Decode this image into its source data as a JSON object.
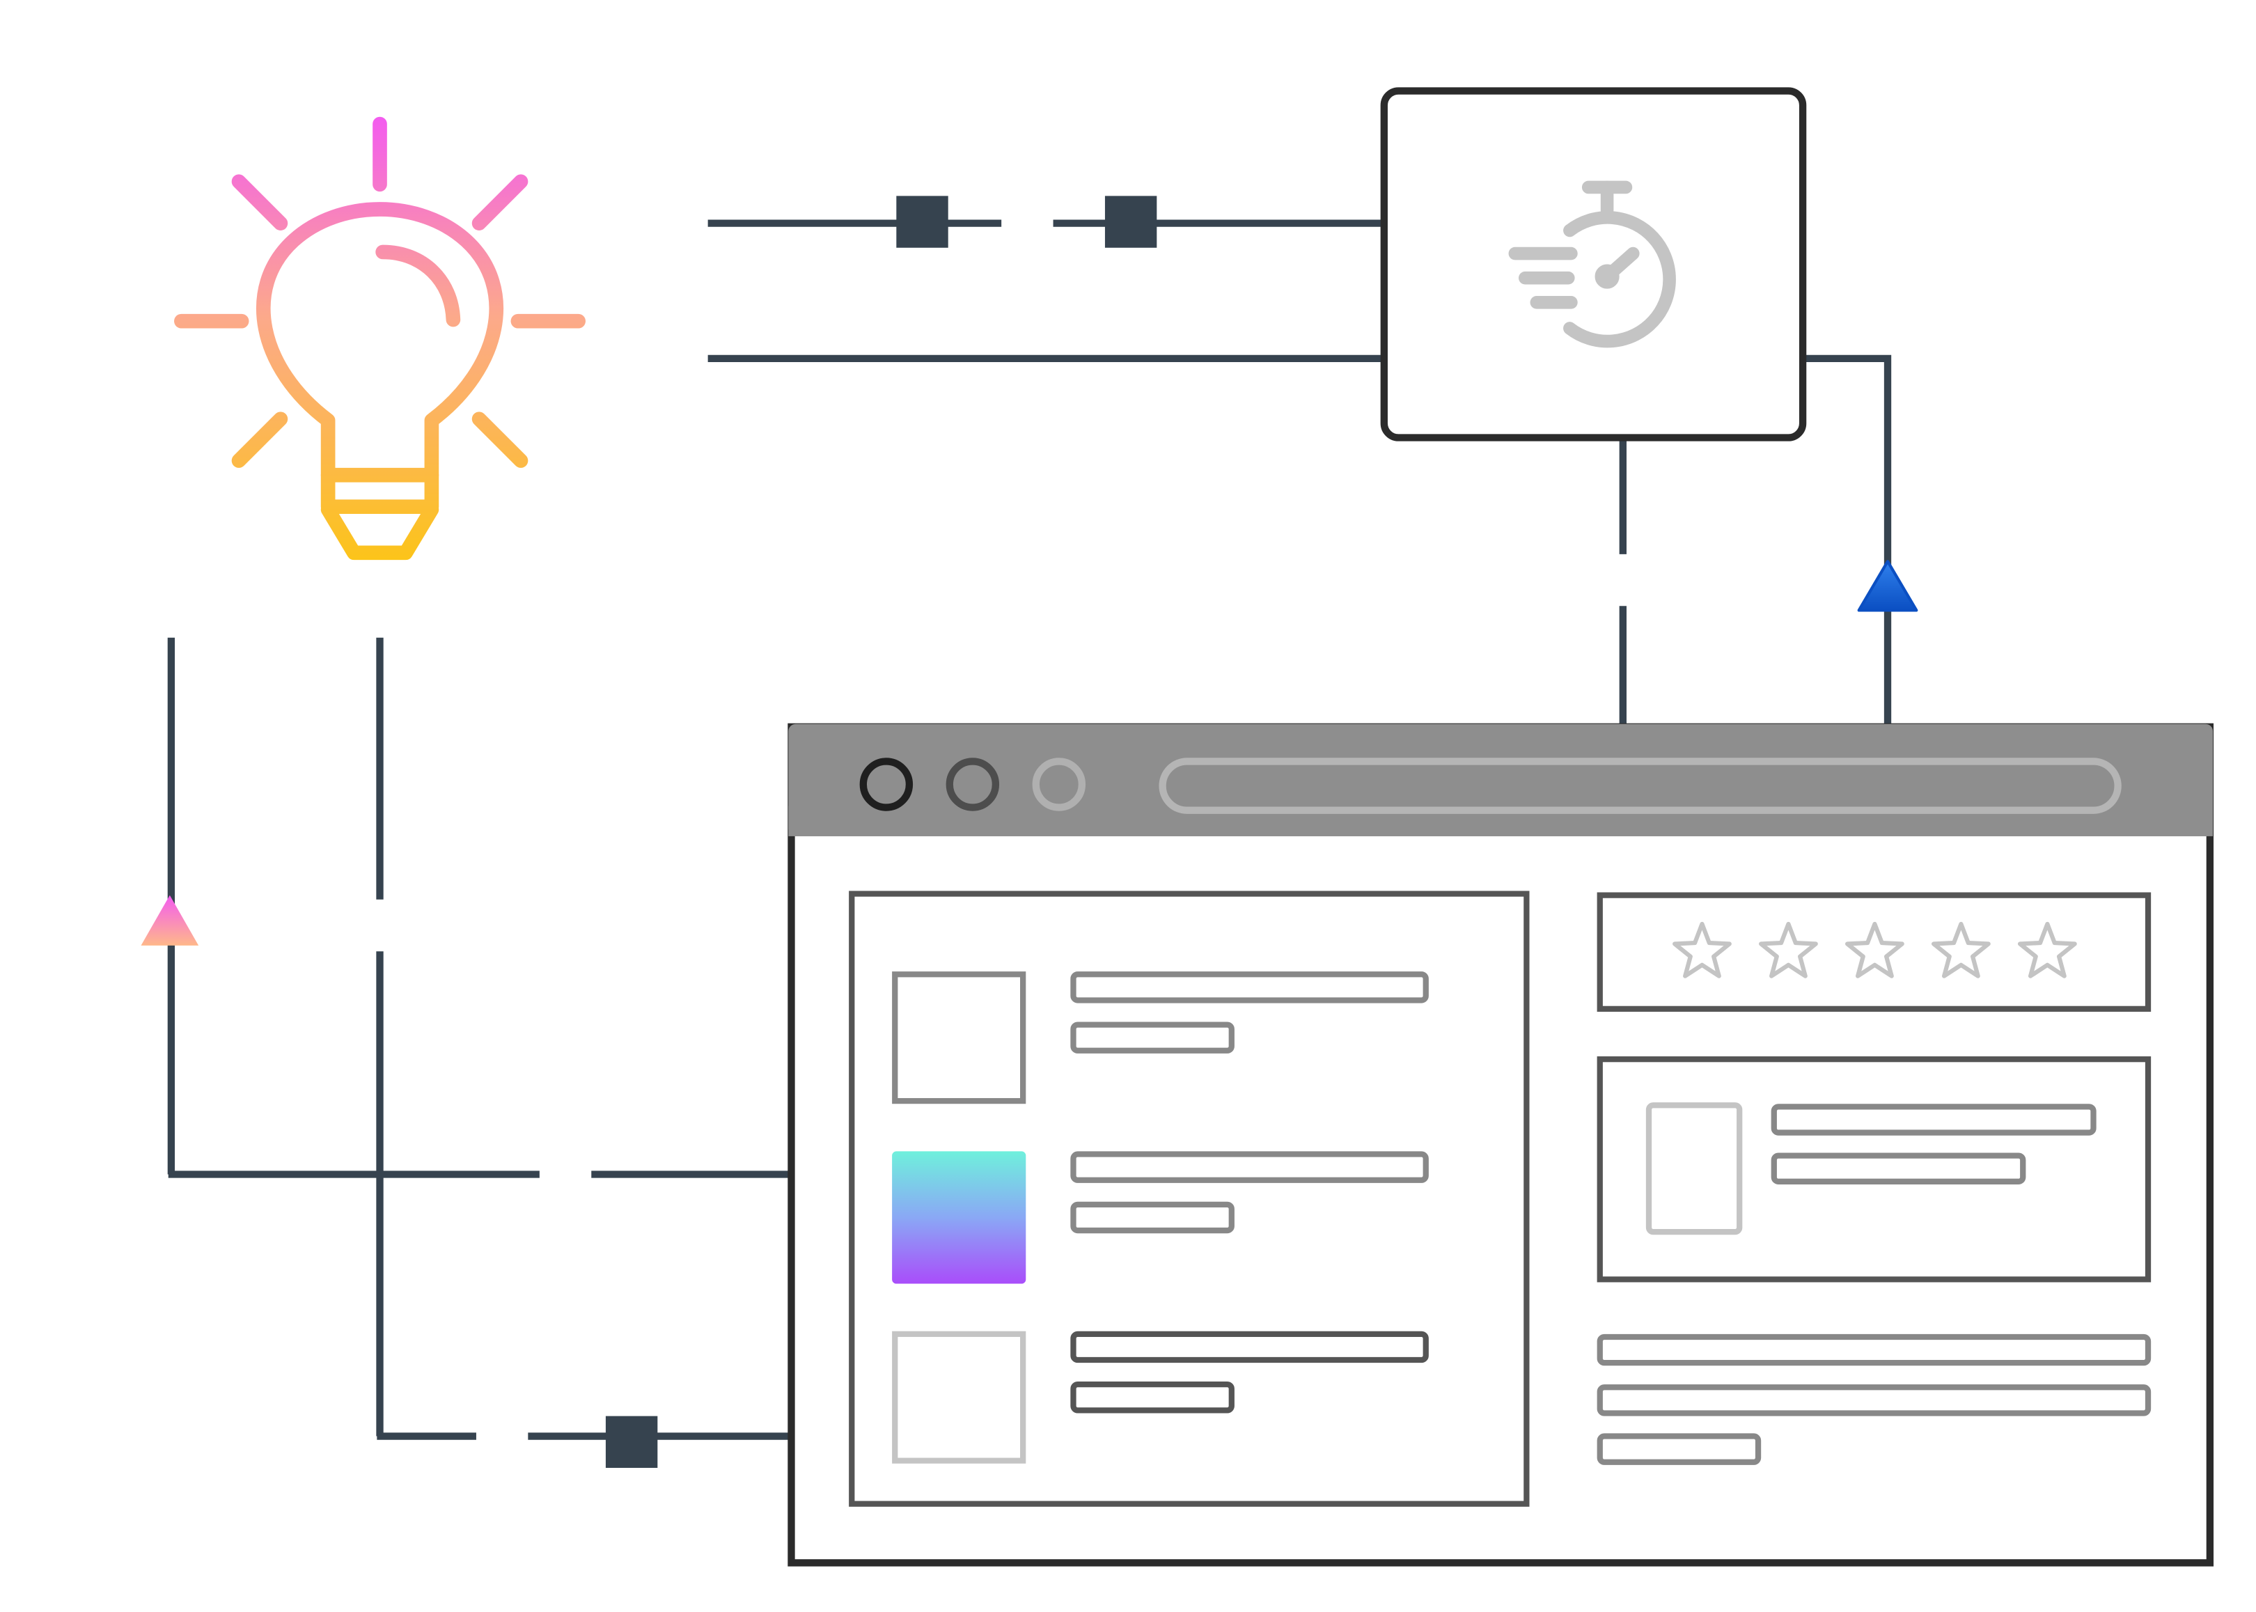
{
  "diagram": {
    "nodes": [
      {
        "id": "idea",
        "icon": "lightbulb-icon"
      },
      {
        "id": "timer-box",
        "icon": "stopwatch-icon"
      },
      {
        "id": "browser-window",
        "icon": "browser-window-icon"
      }
    ],
    "connectors": [
      {
        "from": "idea",
        "to": "timer-box",
        "marker": "square"
      },
      {
        "from": "idea",
        "to": "timer-box",
        "marker": "none"
      },
      {
        "from": "timer-box",
        "to": "browser-window",
        "marker": "gap"
      },
      {
        "from": "browser-window",
        "to": "timer-box",
        "marker": "arrow"
      },
      {
        "from": "browser-window",
        "to": "idea",
        "marker": "arrow"
      },
      {
        "from": "browser-window",
        "to": "idea",
        "marker": "square"
      }
    ],
    "browser": {
      "window_controls": [
        "close-control",
        "minimize-control",
        "maximize-control"
      ],
      "rating_stars": 5,
      "rating_filled": 0,
      "list_items": 3
    }
  },
  "colors": {
    "line": "#36434f",
    "bulb_top": "#f35bf0",
    "bulb_bottom": "#fcc419",
    "arrow_blue": "#1864d6",
    "arrow_pink_top": "#f35bf0",
    "arrow_pink_bottom": "#ffb88a",
    "thumb_top": "#6ff0dc",
    "thumb_bottom": "#a94dfa",
    "browser_bar": "#8e8e8e",
    "wire_dark": "#555555",
    "wire_mid": "#888888",
    "wire_light": "#c4c4c4"
  }
}
